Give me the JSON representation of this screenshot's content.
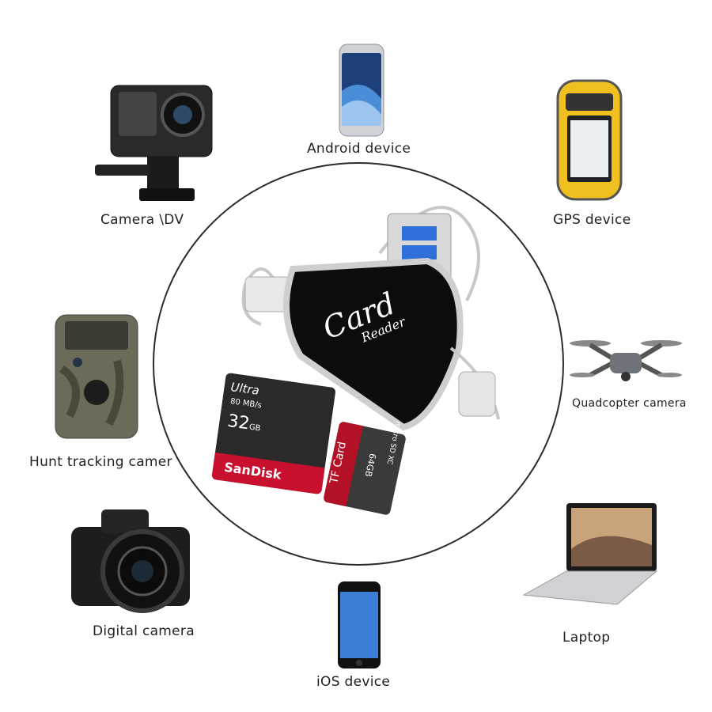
{
  "devices": {
    "android": "Android device",
    "camera_dv": "Camera \\DV",
    "gps": "GPS device",
    "hunt": "Hunt tracking camer",
    "quadcopter": "Quadcopter camera",
    "digital": "Digital camera",
    "laptop": "Laptop",
    "ios": "iOS device"
  },
  "reader": {
    "brand_line1": "Card",
    "brand_line2": "Reader"
  },
  "sd_card": {
    "series": "Ultra",
    "speed": "80 MB/s",
    "capacity": "32",
    "unit": "GB",
    "brand": "SanDisk"
  },
  "tf_card": {
    "label": "TF Card",
    "capacity": "64GB",
    "type": "micro SD XC"
  },
  "colors": {
    "circle": "#2b2b2b",
    "sd_red": "#c8102e",
    "reader_black": "#0c0c0c"
  }
}
